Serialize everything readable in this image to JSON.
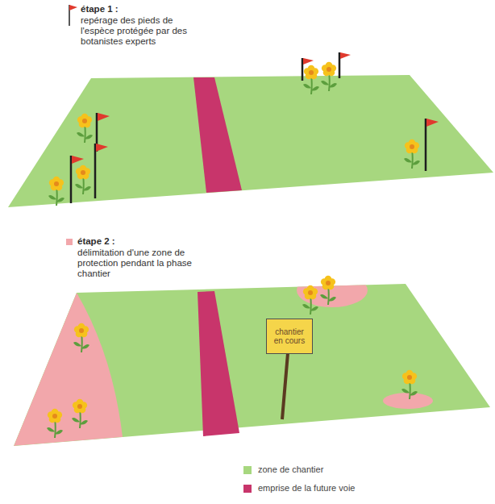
{
  "diagram": {
    "nodes": [
      {
        "text": [
          "chantier en cours"
        ]
      }
    ],
    "labels": [
      "étape 1 :",
      "repérage des pieds de l'espèce protégée par des botanistes experts",
      "étape 2 :",
      "délimitation d'une zone de protection pendant la phase chantier"
    ],
    "legend": [
      {
        "text": "zone de chantier",
        "color": "#a7d77f"
      },
      {
        "text": "emprise de la future voie",
        "color": "#c8356b"
      }
    ]
  }
}
